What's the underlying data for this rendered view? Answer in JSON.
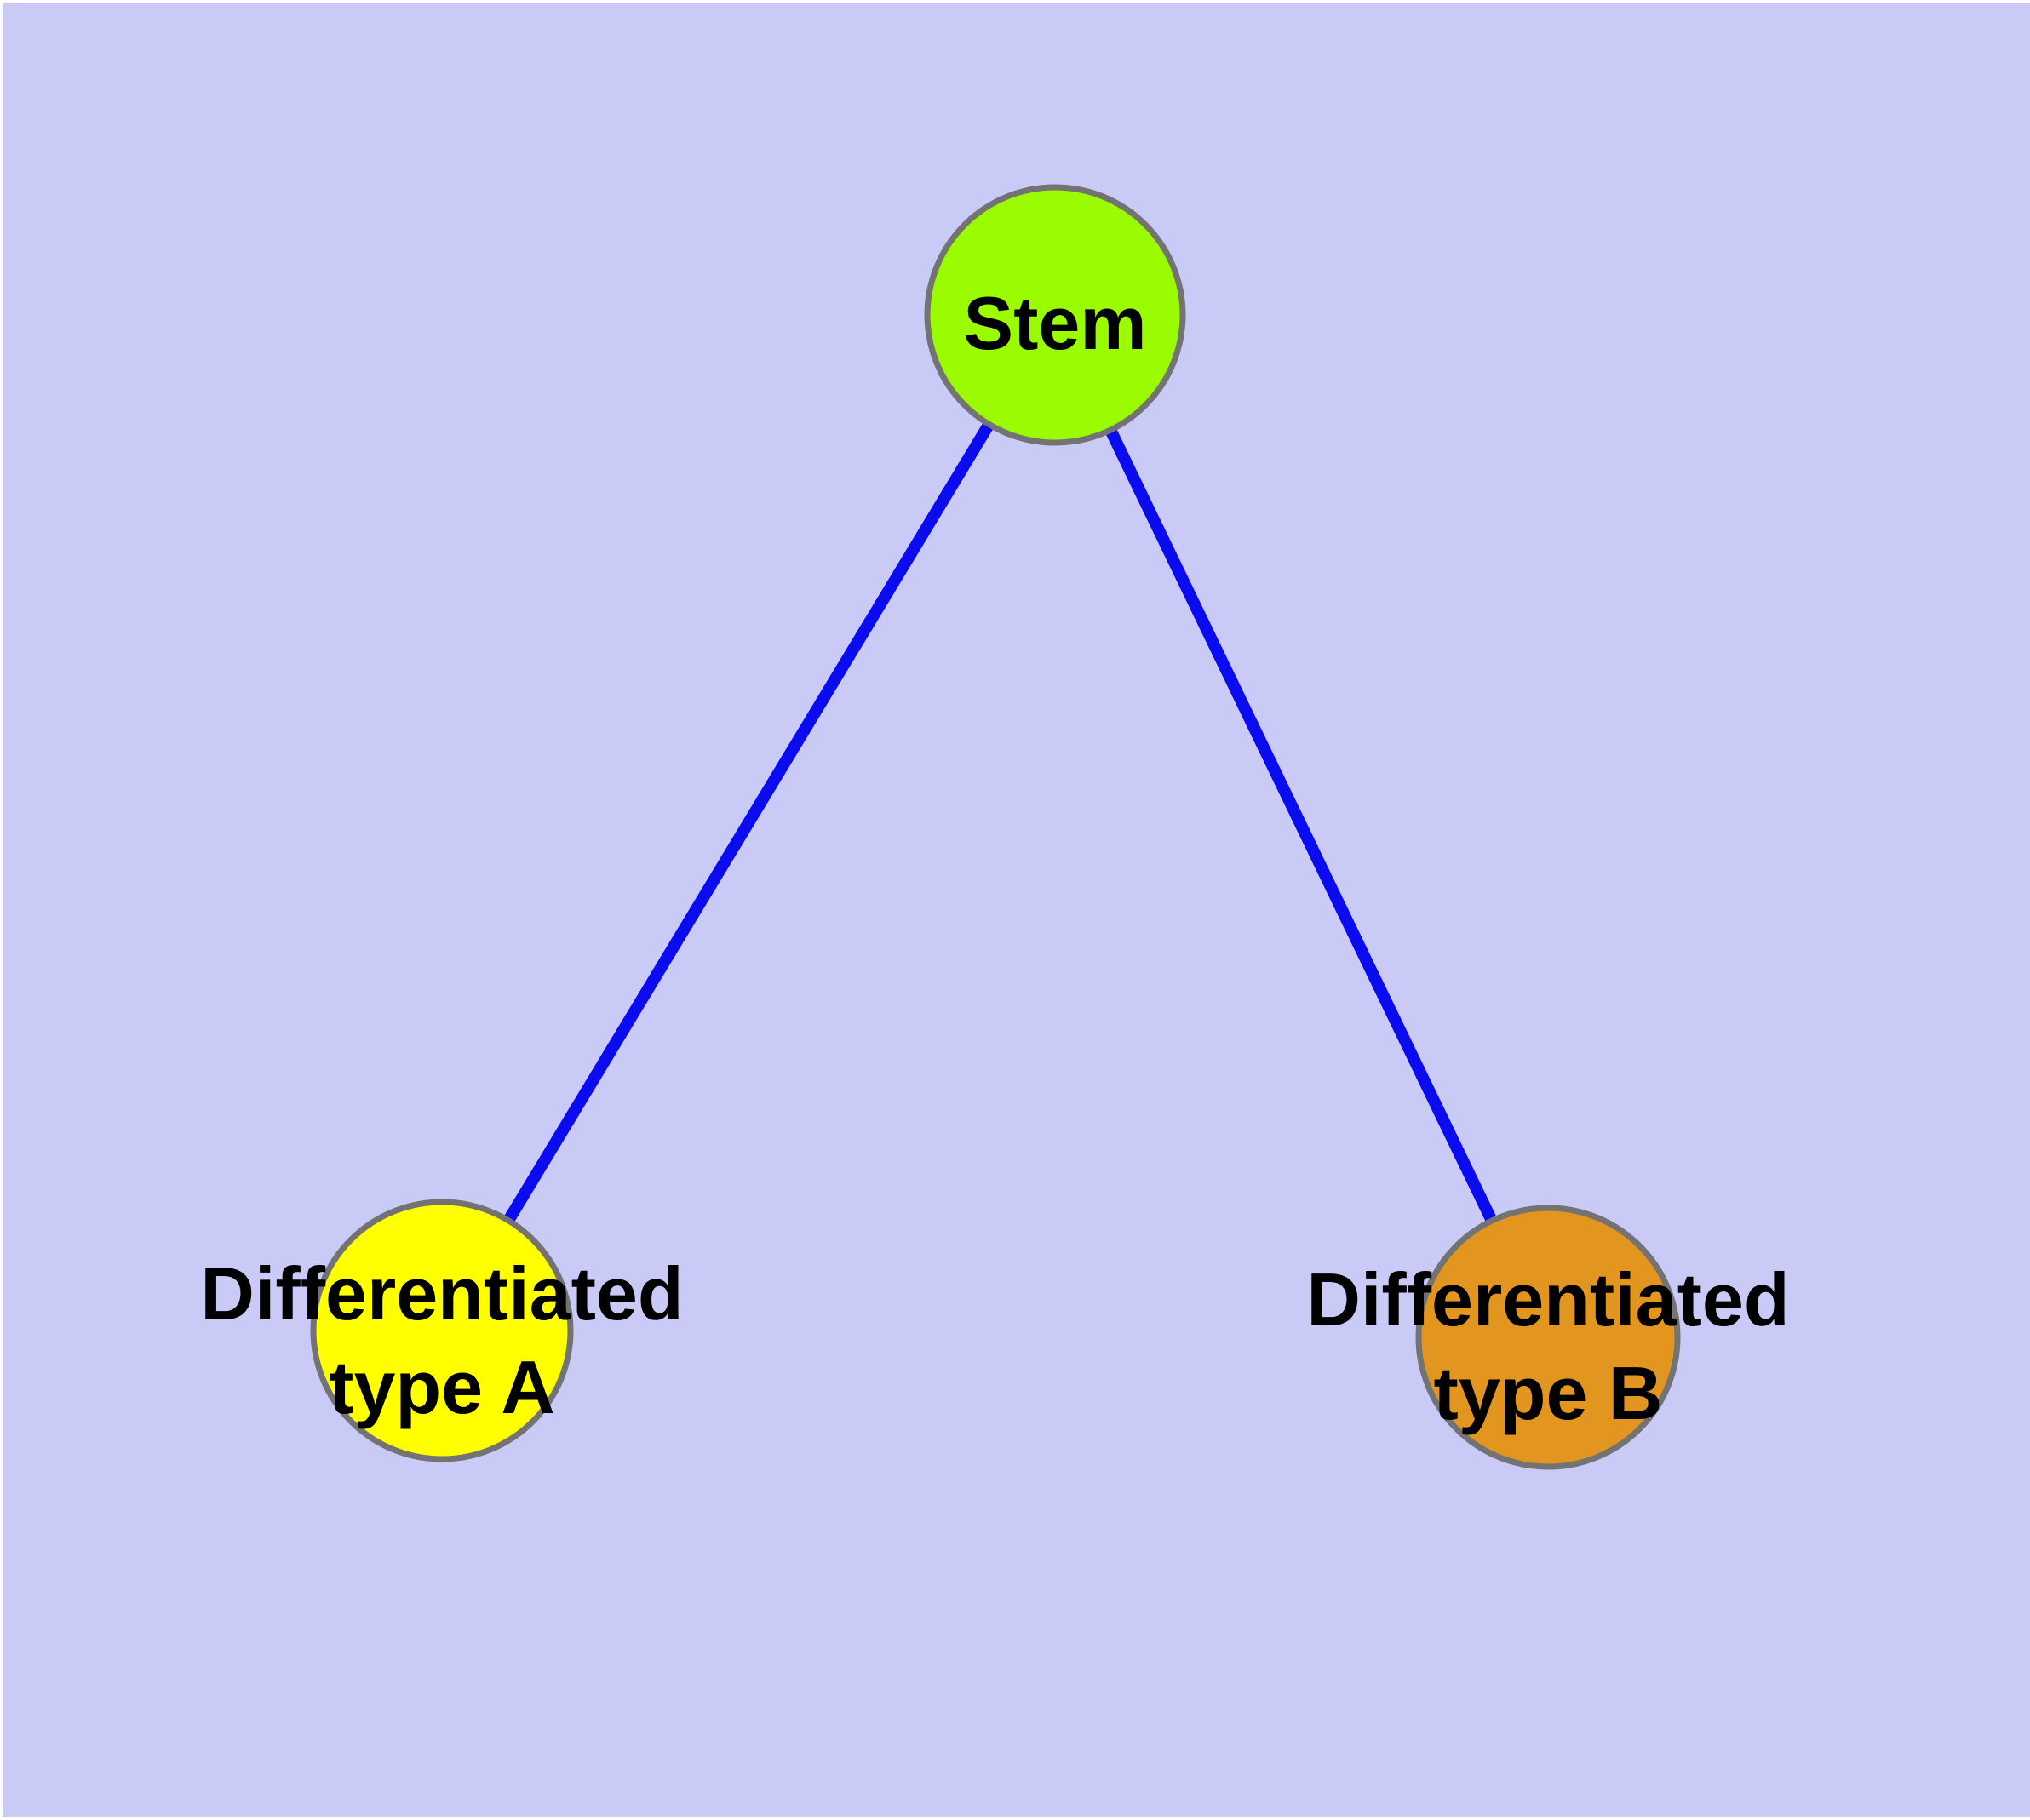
{
  "diagram": {
    "background_color": "#cacaf6",
    "page_margin_color": "#ffffff",
    "edge_color": "#0b0bf0",
    "node_border_color": "#737373",
    "nodes": [
      {
        "id": "stem",
        "label": "Stem",
        "fill": "#9bfb00"
      },
      {
        "id": "differentiated-type-a",
        "label_lines": [
          "Differentiated",
          "type A"
        ],
        "fill": "#ffff00"
      },
      {
        "id": "differentiated-type-b",
        "label_lines": [
          "Differentiated",
          "type B"
        ],
        "fill": "#e2951f"
      }
    ],
    "edges": [
      {
        "from": "Stem",
        "to": "Differentiated type A"
      },
      {
        "from": "Stem",
        "to": "Differentiated type B"
      }
    ]
  }
}
